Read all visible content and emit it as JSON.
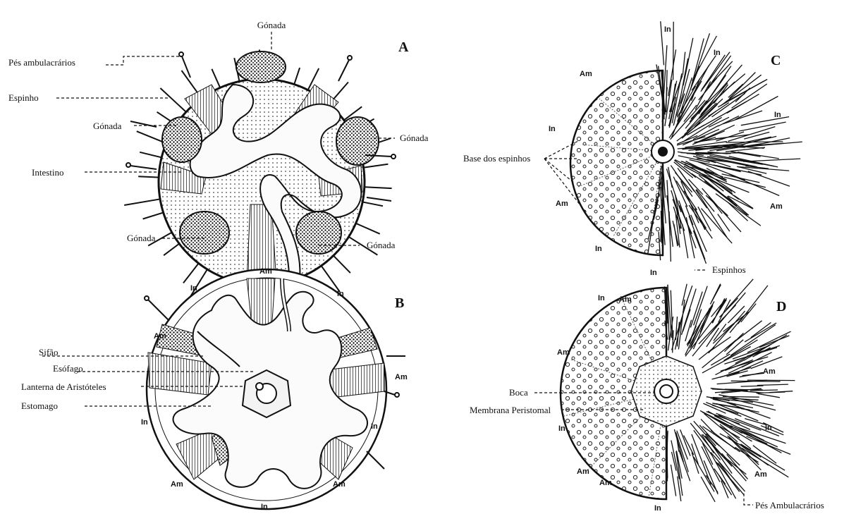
{
  "panels": {
    "A": {
      "letter": "A",
      "labels": {
        "gonada_top": "Gónada",
        "pes_ambulacrarios": "Pés ambulacrários",
        "espinho": "Espinho",
        "gonada_left": "Gónada",
        "gonada_right": "Gónada",
        "intestino": "Intestino",
        "gonada_bottom_left": "Gónada",
        "gonada_bottom_right": "Gónada"
      }
    },
    "B": {
      "letter": "B",
      "labels": {
        "sifao": "Sifão",
        "esofago": "Esófago",
        "lanterna": "Lanterna de Aristóteles",
        "estomago": "Estomago"
      },
      "section_marks": [
        "In",
        "Am",
        "In",
        "Am",
        "Am",
        "In",
        "In",
        "Am",
        "Am",
        "In"
      ]
    },
    "C": {
      "letter": "C",
      "labels": {
        "base_espinhos": "Base dos espinhos"
      },
      "section_marks": [
        "In",
        "Am",
        "In",
        "In",
        "Am",
        "Am",
        "In",
        "In"
      ]
    },
    "D": {
      "letter": "D",
      "labels": {
        "espinhos": "Espinhos",
        "boca": "Boca",
        "membrana": "Membrana Peristomal",
        "pes_ambulacrarios": "Pés Ambulacrários"
      },
      "section_marks": [
        "In",
        "Am",
        "Am",
        "In",
        "Am",
        "In",
        "Am",
        "Am",
        "In",
        "In",
        "Am"
      ]
    }
  },
  "colors": {
    "ink": "#111111",
    "paper": "#ffffff"
  }
}
